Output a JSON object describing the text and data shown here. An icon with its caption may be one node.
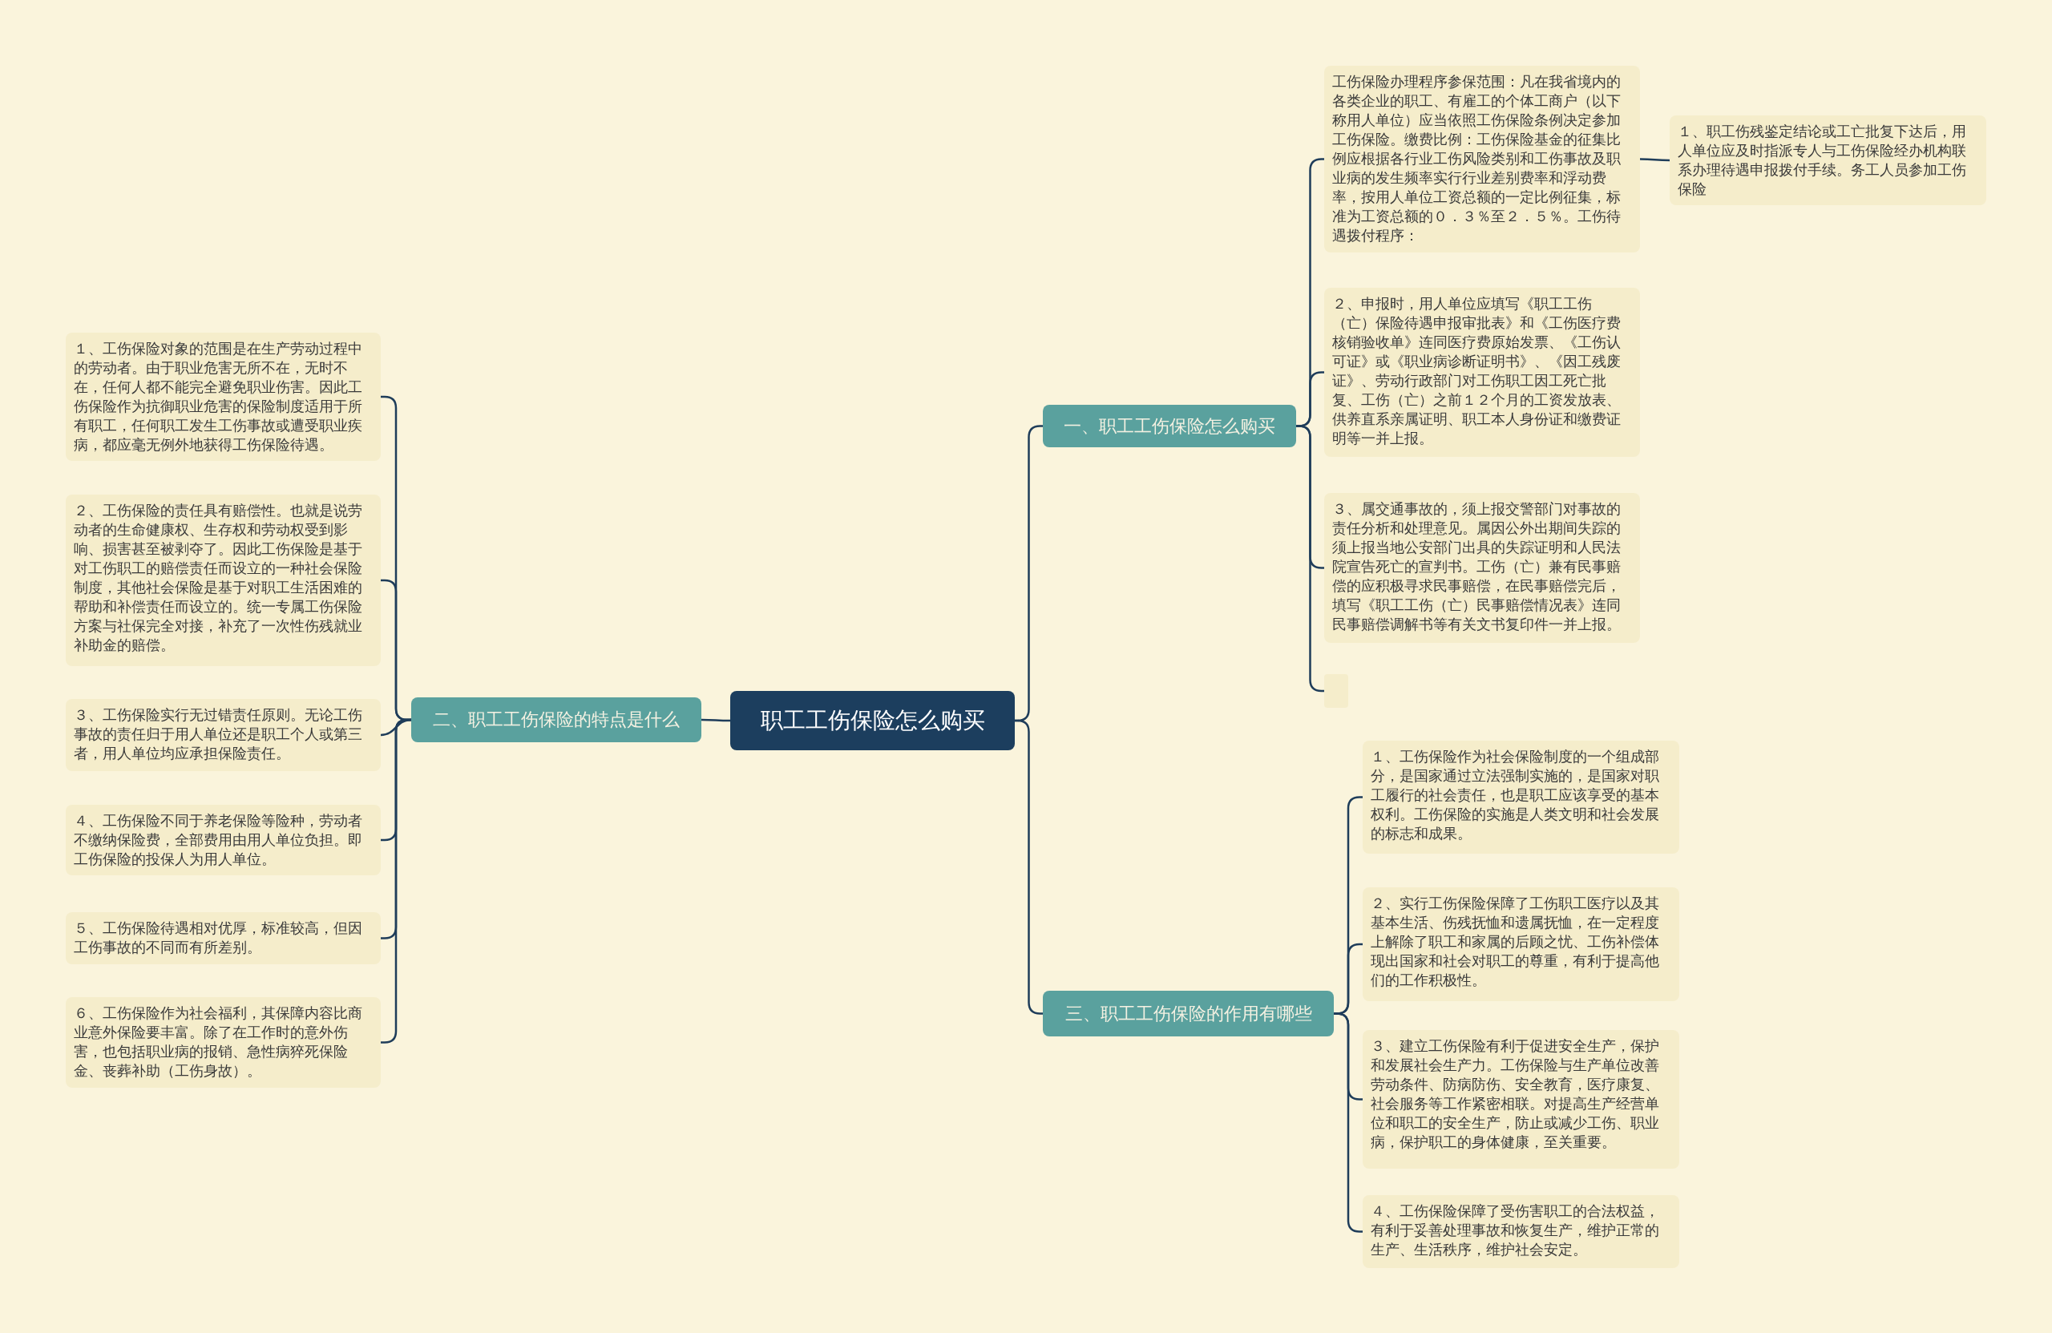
{
  "diagram": {
    "nodes": [
      {
        "text": [
          "职工工伤保险怎么购买"
        ]
      },
      {
        "text": [
          "一、职工工伤保险怎么购买"
        ]
      },
      {
        "text": [
          "工伤保险办理程序参保范围：凡在我省境内的各类企业的职工、有雇工的个体工商户（以下称用人单位）应当依照工伤保险条例决定参加工伤保险。缴费比例：工伤保险基金的征集比例应根据各行业工伤风险类别和工伤事故及职业病的发生频率实行行业差别费率和浮动费率，按用人单位工资总额的一定比例征集，标准为工资总额的０．３％至２．５％。工伤待遇拨付程序："
        ]
      },
      {
        "text": [
          "１、职工伤残鉴定结论或工亡批复下达后，用人单位应及时指派专人与工伤保险经办机构联系办理待遇申报拨付手续。务工人员参加工伤保险"
        ]
      },
      {
        "text": [
          "２、申报时，用人单位应填写《职工工伤（亡）保险待遇申报审批表》和《工伤医疗费核销验收单》连同医疗费原始发票、《工伤认可证》或《职业病诊断证明书》、《因工残废证》、劳动行政部门对工伤职工因工死亡批复、工伤（亡）之前１２个月的工资发放表、供养直系亲属证明、职工本人身份证和缴费证明等一并上报。"
        ]
      },
      {
        "text": [
          "３、属交通事故的，须上报交警部门对事故的责任分析和处理意见。属因公外出期间失踪的须上报当地公安部门出具的失踪证明和人民法院宣告死亡的宣判书。工伤（亡）兼有民事赔偿的应积极寻求民事赔偿，在民事赔偿完后，填写《职工工伤（亡）民事赔偿情况表》连同民事赔偿调解书等有关文书复印件一并上报。"
        ]
      },
      {
        "text": [],
        "shape": "box"
      },
      {
        "text": [
          "二、职工工伤保险的特点是什么"
        ]
      },
      {
        "text": [
          "１、工伤保险对象的范围是在生产劳动过程中的劳动者。由于职业危害无所不在，无时不在，任何人都不能完全避免职业伤害。因此工伤保险作为抗御职业危害的保险制度适用于所有职工，任何职工发生工伤事故或遭受职业疾病，都应毫无例外地获得工伤保险待遇。"
        ]
      },
      {
        "text": [
          "２、工伤保险的责任具有赔偿性。也就是说劳动者的生命健康权、生存权和劳动权受到影响、损害甚至被剥夺了。因此工伤保险是基于对工伤职工的赔偿责任而设立的一种社会保险制度，其他社会保险是基于对职工生活困难的帮助和补偿责任而设立的。统一专属工伤保险方案与社保完全对接，补充了一次性伤残就业补助金的赔偿。"
        ]
      },
      {
        "text": [
          "３、工伤保险实行无过错责任原则。无论工伤事故的责任归于用人单位还是职工个人或第三者，用人单位均应承担保险责任。"
        ]
      },
      {
        "text": [
          "４、工伤保险不同于养老保险等险种，劳动者不缴纳保险费，全部费用由用人单位负担。即工伤保险的投保人为用人单位。"
        ]
      },
      {
        "text": [
          "５、工伤保险待遇相对优厚，标准较高，但因工伤事故的不同而有所差别。"
        ]
      },
      {
        "text": [
          "６、工伤保险作为社会福利，其保障内容比商业意外保险要丰富。除了在工作时的意外伤害，也包括职业病的报销、急性病猝死保险金、丧葬补助（工伤身故）。"
        ]
      },
      {
        "text": [
          "三、职工工伤保险的作用有哪些"
        ]
      },
      {
        "text": [
          "１、工伤保险作为社会保险制度的一个组成部分，是国家通过立法强制实施的，是国家对职工履行的社会责任，也是职工应该享受的基本权利。工伤保险的实施是人类文明和社会发展的标志和成果。"
        ]
      },
      {
        "text": [
          "２、实行工伤保险保障了工伤职工医疗以及其基本生活、伤残抚恤和遗属抚恤，在一定程度上解除了职工和家属的后顾之忧、工伤补偿体现出国家和社会对职工的尊重，有利于提高他们的工作积极性。"
        ]
      },
      {
        "text": [
          "３、建立工伤保险有利于促进安全生产，保护和发展社会生产力。工伤保险与生产单位改善劳动条件、防病防伤、安全教育，医疗康复、社会服务等工作紧密相联。对提高生产经营单位和职工的安全生产，防止或减少工伤、职业病，保护职工的身体健康，至关重要。"
        ]
      },
      {
        "text": [
          "４、工伤保险保障了受伤害职工的合法权益，有利于妥善处理事故和恢复生产，维护正常的生产、生活秩序，维护社会安定。"
        ]
      }
    ],
    "edges": [
      {
        "from": 0,
        "to": 1,
        "arrow": "none"
      },
      {
        "from": 1,
        "to": 2,
        "arrow": "none"
      },
      {
        "from": 2,
        "to": 3,
        "arrow": "none"
      },
      {
        "from": 1,
        "to": 4,
        "arrow": "none"
      },
      {
        "from": 1,
        "to": 5,
        "arrow": "none"
      },
      {
        "from": 1,
        "to": 6,
        "arrow": "none"
      },
      {
        "from": 0,
        "to": 7,
        "arrow": "none"
      },
      {
        "from": 7,
        "to": 8,
        "arrow": "none"
      },
      {
        "from": 7,
        "to": 9,
        "arrow": "none"
      },
      {
        "from": 7,
        "to": 10,
        "arrow": "none"
      },
      {
        "from": 7,
        "to": 11,
        "arrow": "none"
      },
      {
        "from": 7,
        "to": 12,
        "arrow": "none"
      },
      {
        "from": 7,
        "to": 13,
        "arrow": "none"
      },
      {
        "from": 0,
        "to": 14,
        "arrow": "none"
      },
      {
        "from": 14,
        "to": 15,
        "arrow": "none"
      },
      {
        "from": 14,
        "to": 16,
        "arrow": "none"
      },
      {
        "from": 14,
        "to": 17,
        "arrow": "none"
      },
      {
        "from": 14,
        "to": 18,
        "arrow": "none"
      }
    ]
  }
}
